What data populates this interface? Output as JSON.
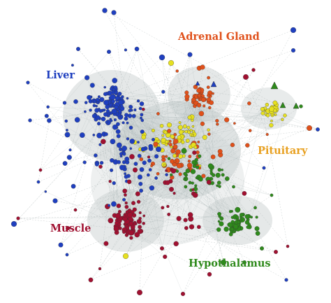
{
  "labels": {
    "liver": "Liver",
    "adrenal": "Adrenal Gland",
    "pituitary": "Pituitary",
    "muscle": "Muscle",
    "hypothalamus": "Hypothalamus"
  },
  "colors": {
    "liver": "#1f3fbf",
    "adrenal": "#e0501a",
    "pituitary": "#e8a020",
    "muscle": "#a01030",
    "hypothalamus": "#2f8a1c",
    "yellow_nodes": "#e6e020",
    "edge": "#9aa6a6",
    "background": "#ffffff"
  }
}
